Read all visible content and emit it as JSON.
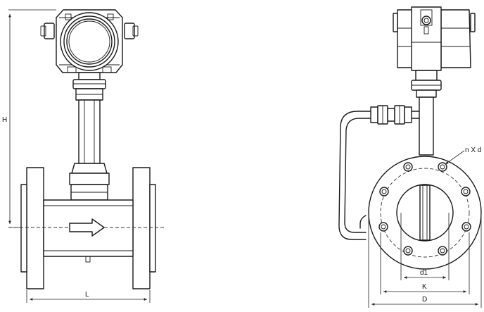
{
  "dimensions": {
    "height_label": "H",
    "length_label": "L",
    "bore_label": "d1",
    "bolt_circle_label": "K",
    "flange_diameter_label": "D",
    "bolt_holes_label": "n X d"
  },
  "colors": {
    "line": "#1a1a1a",
    "background": "#ffffff"
  },
  "icons": {
    "flow_direction": "arrow-right"
  }
}
